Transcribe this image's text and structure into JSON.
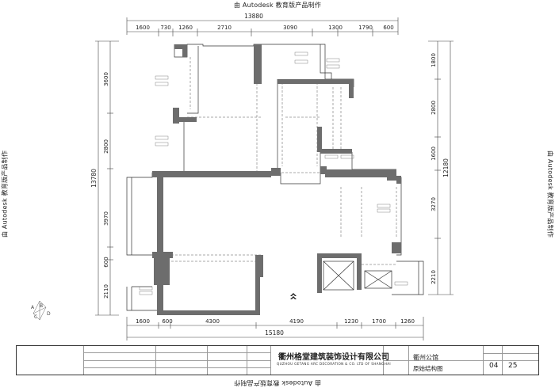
{
  "watermark": "由 Autodesk 教育版产品制作",
  "dimensions": {
    "top_total": "13880",
    "top_segments": [
      "1600",
      "730",
      "1260",
      "2710",
      "3090",
      "1300",
      "1790",
      "600"
    ],
    "bottom_total": "15180",
    "bottom_segments": [
      "1600",
      "600",
      "4300",
      "4190",
      "1230",
      "1700",
      "1260"
    ],
    "left_total": "13780",
    "left_segments": [
      "3600",
      "2800",
      "3970",
      "600",
      "2110"
    ],
    "right_total": "12180",
    "right_segments": [
      "1800",
      "2800",
      "1600",
      "3270",
      "2210"
    ]
  },
  "compass": {
    "labels": [
      "A",
      "B",
      "C",
      "D"
    ]
  },
  "title_block": {
    "company_cn": "衢州格堂建筑装饰设计有限公司",
    "company_en": "QUZHOU GETANG ARC DECORATION & CO. LTD OF SHANGHAI",
    "project_name": "衢州公馆",
    "drawing_name": "原始结构图",
    "sheet_no": "04",
    "total_sheets": "25"
  },
  "colors": {
    "wall": "#6d6d6d",
    "line": "#333333",
    "dim": "#444444"
  }
}
